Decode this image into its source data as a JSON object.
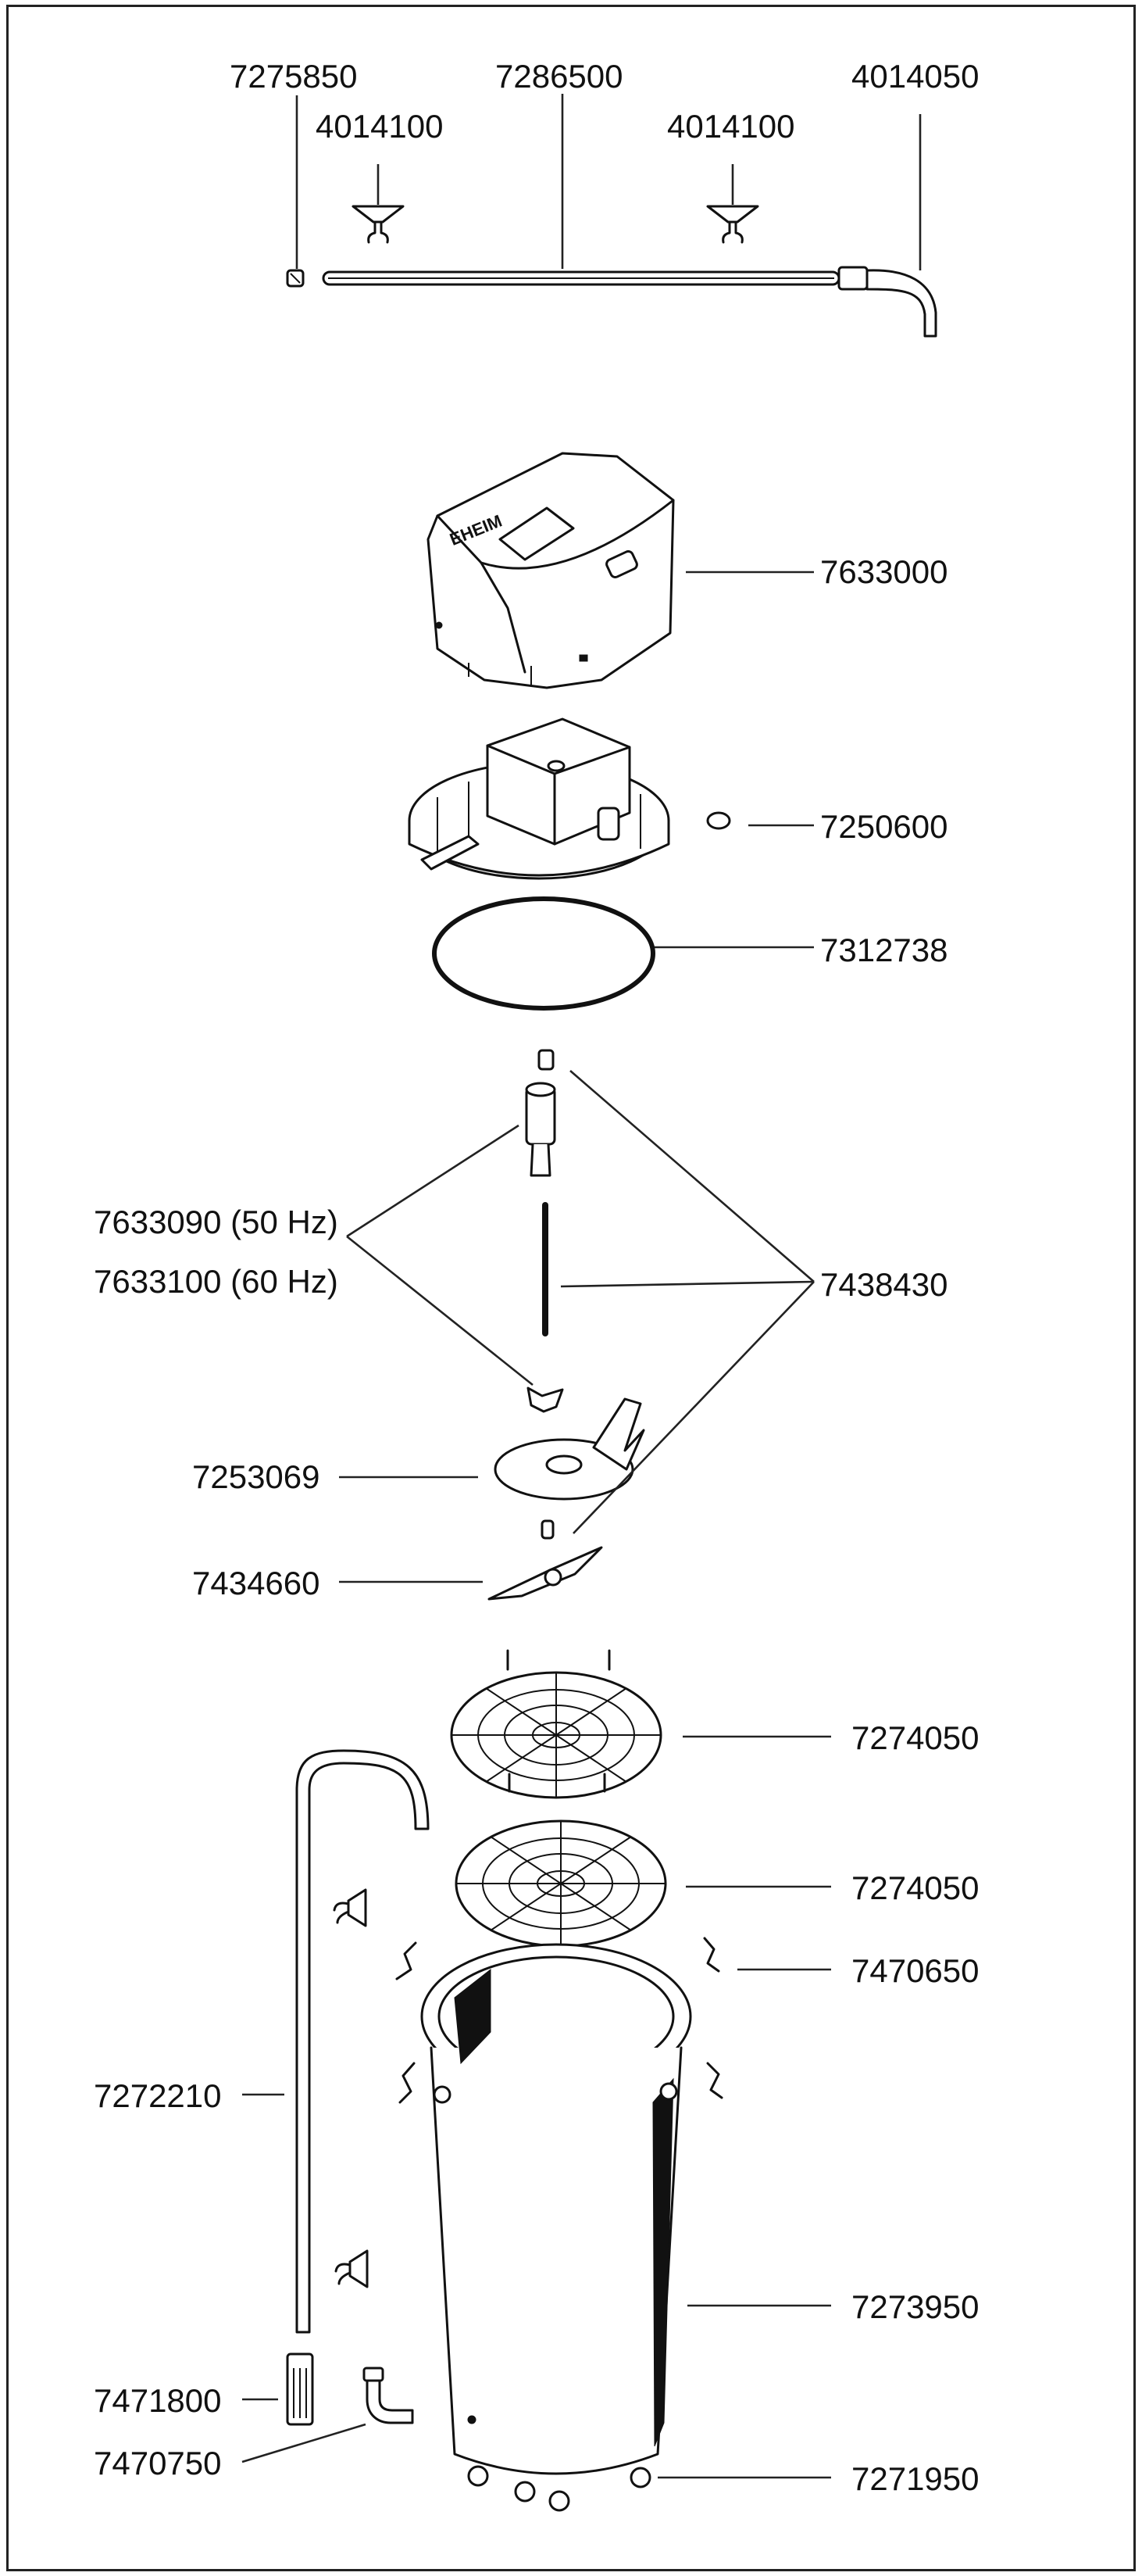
{
  "diagram": {
    "brand_mark": "EHEIM",
    "labels": {
      "p7275850": "7275850",
      "p7286500": "7286500",
      "p4014050": "4014050",
      "p4014100_a": "4014100",
      "p4014100_b": "4014100",
      "p7633000": "7633000",
      "p7250600": "7250600",
      "p7312738": "7312738",
      "p7633090": "7633090 (50 Hz)",
      "p7633100": "7633100 (60 Hz)",
      "p7438430": "7438430",
      "p7253069": "7253069",
      "p7434660": "7434660",
      "p7274050_a": "7274050",
      "p7274050_b": "7274050",
      "p7470650": "7470650",
      "p7272210": "7272210",
      "p7273950": "7273950",
      "p7471800": "7471800",
      "p7470750": "7470750",
      "p7271950": "7271950"
    }
  }
}
